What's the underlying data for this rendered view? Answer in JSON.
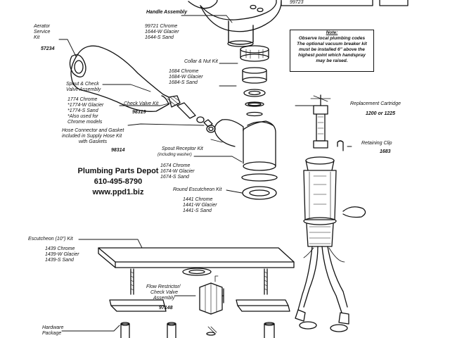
{
  "handle_assembly": {
    "title": "Handle Assembly",
    "lines": [
      "99721  Chrome",
      "1644-W  Glacier",
      "1644-S  Sand"
    ]
  },
  "aerator_kit": {
    "lines": [
      "Aerator",
      "Service",
      "Kit"
    ],
    "part": "57234"
  },
  "spout_check": {
    "lines": [
      "Spout & Check",
      "Valve Assembly"
    ],
    "parts": [
      "1774  Chrome",
      "*1774-W  Glacier",
      "*1774-S  Sand",
      "*Also used for",
      "Chrome models"
    ]
  },
  "check_valve_kit": {
    "title": "Check Valve Kit",
    "part": "98319"
  },
  "hose_connector": {
    "lines": [
      "Hose Connector and Gasket",
      "included in Supply Hose Kit",
      "with Gaskets"
    ],
    "part": "98314"
  },
  "collar_nut_kit": {
    "title": "Collar & Nut Kit",
    "parts": [
      "1684  Chrome",
      "1684-W  Glacier",
      "1684-S  Sand"
    ]
  },
  "spout_receptor_kit": {
    "title": "Spout Receptor Kit",
    "subtitle": "(including washer)",
    "parts": [
      "1674  Chrome",
      "1674-W  Glacier",
      "1674-S  Sand"
    ]
  },
  "round_escutcheon_kit": {
    "title": "Round Escutcheon Kit",
    "parts": [
      "1441  Chrome",
      "1441-W  Glacier",
      "1441-S  Sand"
    ]
  },
  "plumbing_parts": {
    "lines": [
      "Plumbing Parts Depot",
      "610-495-8790",
      "www.ppd1.biz"
    ]
  },
  "note": {
    "heading": "Note:",
    "lines": [
      "Observe local plumbing codes",
      "The optional vacuum breaker kit",
      "must be installed 6\" above the",
      "highest point which handspray",
      "may be raised."
    ]
  },
  "replacement_cartridge": {
    "title": "Replacement Cartridge",
    "part": "1200 or 1225"
  },
  "retaining_clip": {
    "title": "Retaining Clip",
    "part": "1683"
  },
  "escutcheon_kit": {
    "title": "Escutcheon (10\") Kit",
    "parts": [
      "1439  Chrome",
      "1439-W  Glacier",
      "1439-S  Sand"
    ]
  },
  "flow_restrictor": {
    "lines": [
      "Flow Restrictor/",
      "Check Valve",
      "Assembly"
    ],
    "part": "97148"
  },
  "hardware": {
    "lines": [
      "Hardware",
      "Package"
    ]
  },
  "top_right_fragment": {
    "text": "99723"
  }
}
